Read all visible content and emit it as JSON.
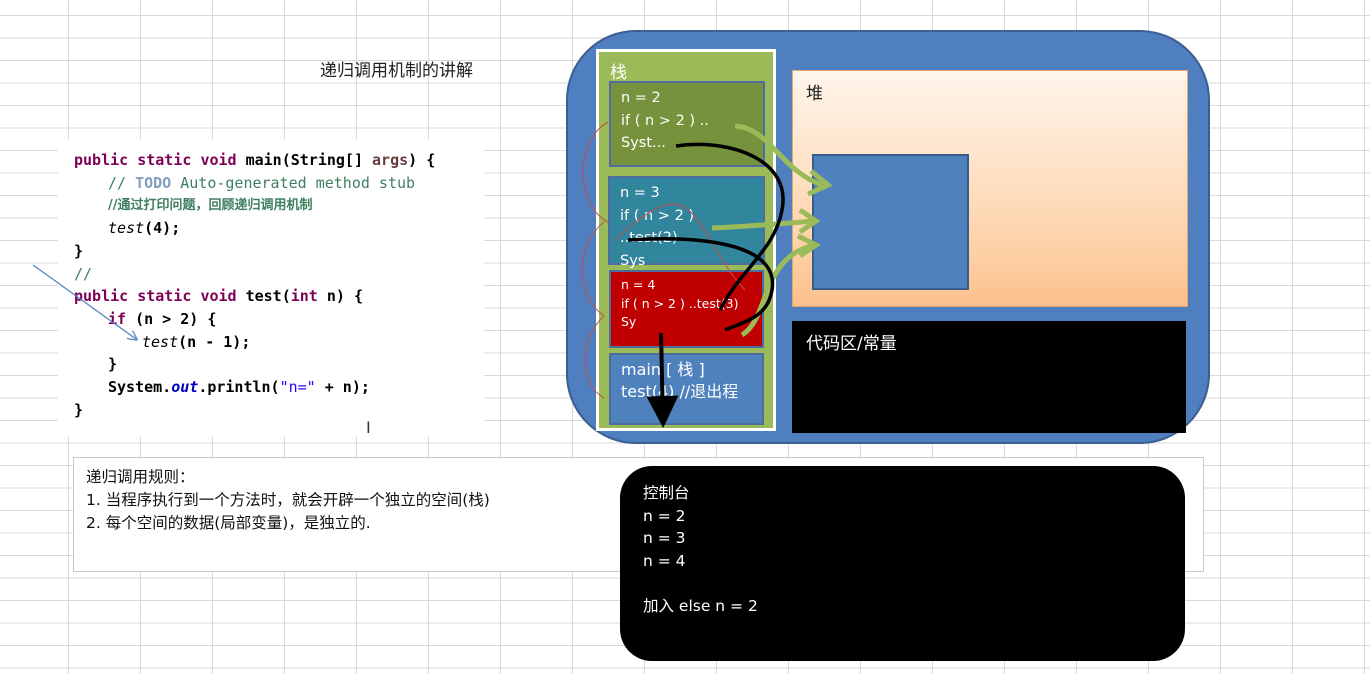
{
  "title": "递归调用机制的讲解",
  "code": {
    "line1_public": "public",
    "line1_static": "static",
    "line1_void": "void",
    "line1_sig": " main(String[] ",
    "line1_args": "args",
    "line1_end": ") {",
    "line2_slashes": "// ",
    "line2_todo": "TODO",
    "line2_rest": " Auto-generated method stub",
    "line3_comment": "//通过打印问题，回顾递归调用机制",
    "line4_call": "test",
    "line4_args": "(4);",
    "line5": "}",
    "line6": "//",
    "line7_public": "public",
    "line7_static": "static",
    "line7_void": "void",
    "line7_name": " test(",
    "line7_int": "int",
    "line7_end": " n) {",
    "line8_if": "if",
    "line8_cond": " (n > 2) {",
    "line9_call": "test",
    "line9_args": "(n - 1);",
    "line10": "}",
    "line11_sys": "System.",
    "line11_out": "out",
    "line11_print": ".println(",
    "line11_str": "\"n=\"",
    "line11_end": " + n);",
    "line12": "}"
  },
  "cursor_glyph": "I",
  "rules": {
    "heading": "递归调用规则：",
    "rule1": "1. 当程序执行到一个方法时，就会开辟一个独立的空间(栈)",
    "rule2": "2. 每个空间的数据(局部变量)，是独立的."
  },
  "memory": {
    "stack_label": "栈",
    "heap_label": "堆",
    "code_area_label": "代码区/常量",
    "frames": {
      "n2": {
        "line1": "n  = 2",
        "line2": "if ( n > 2 ) ..",
        "line3": "Syst..."
      },
      "n3": {
        "line1": "n  = 3",
        "line2": "if ( n > 2 ) ..test(2)",
        "line3": "Sys"
      },
      "n4": {
        "line1": "n  = 4",
        "line2": "if ( n > 2 ) ..test(3)",
        "line3": "Sy"
      },
      "main": {
        "line1": "main [ 栈 ]",
        "line2": "test(4) //退出程"
      }
    }
  },
  "console": {
    "title": "控制台",
    "lines": [
      "n = 2",
      "n = 3",
      "n = 4",
      "",
      "加入 else   n = 2"
    ]
  },
  "colors": {
    "jvm_blue": "#4f7fbf",
    "stack_green": "#9bbb59",
    "frame_n2": "#76923c",
    "frame_n3": "#31859c",
    "frame_n4": "#c00000",
    "frame_main": "#4f81bd",
    "heap_orange": "#fcc08c",
    "arrow_green": "#9bbb59"
  }
}
